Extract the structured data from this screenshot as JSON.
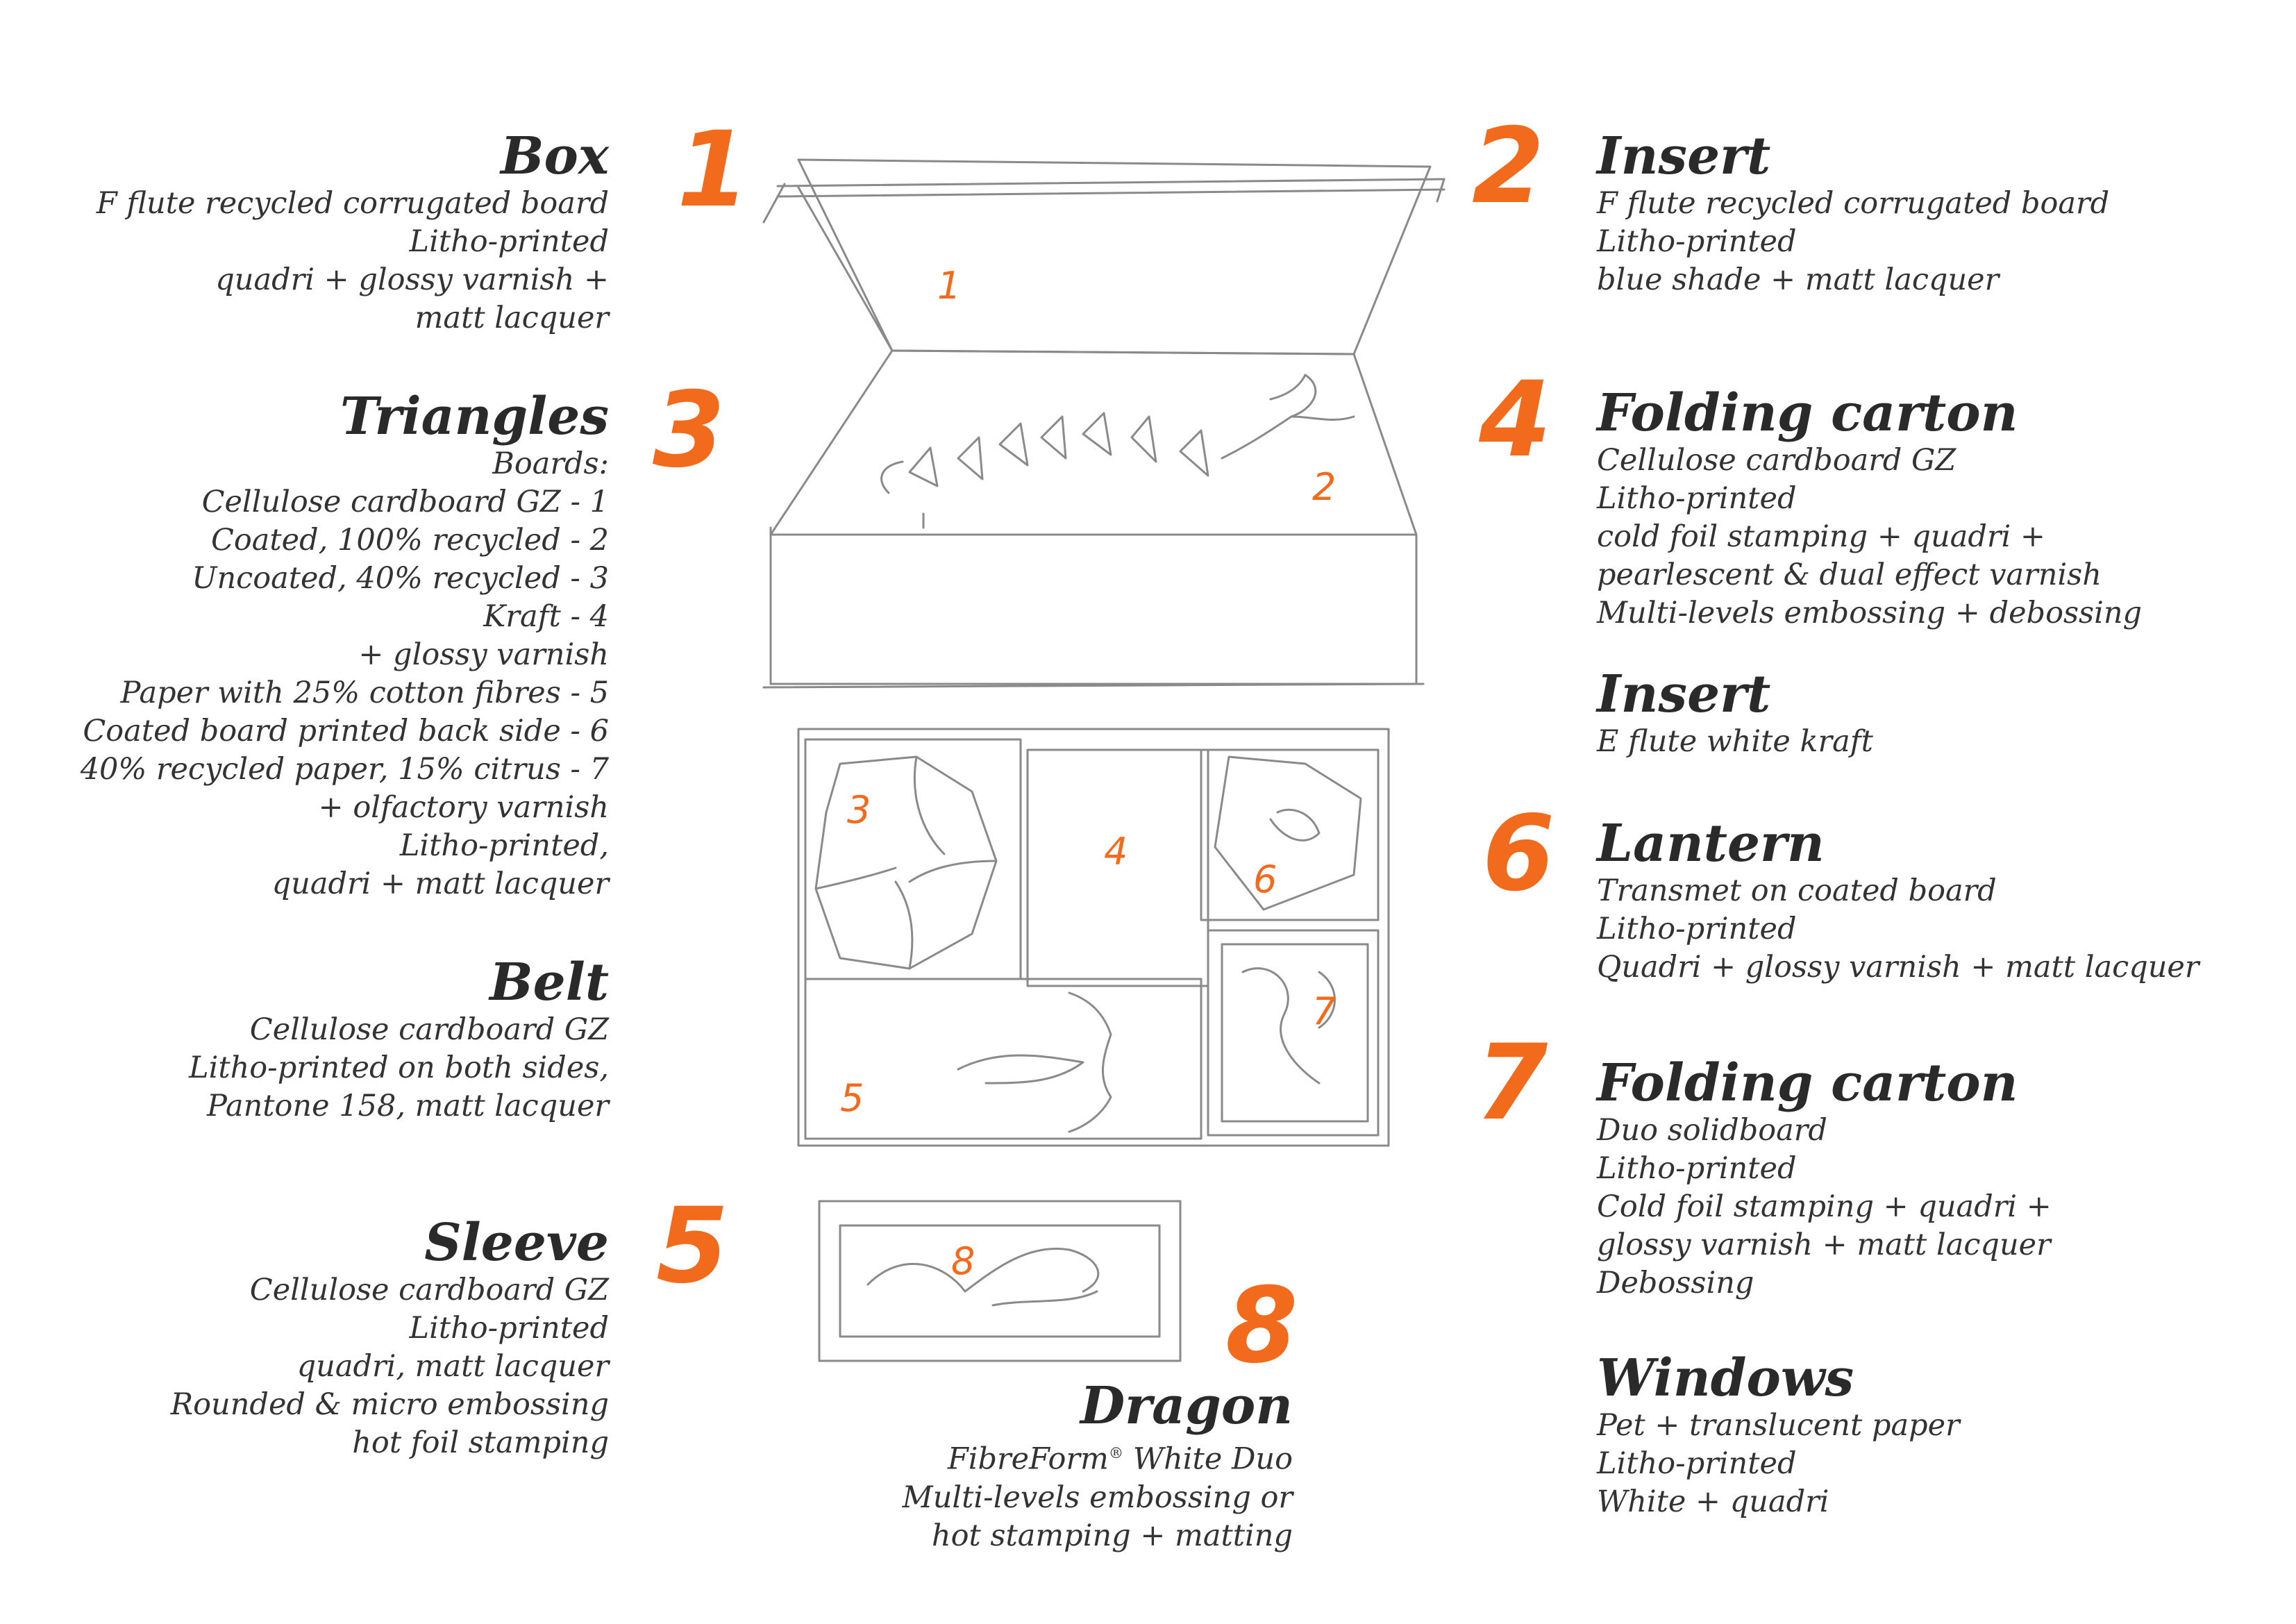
{
  "left": [
    {
      "id": "box",
      "number": "1",
      "title": "Box",
      "lines": [
        "F flute recycled corrugated board",
        "Litho-printed",
        "quadri + glossy varnish +",
        "matt lacquer"
      ]
    },
    {
      "id": "triangles",
      "number": "3",
      "title": "Triangles",
      "lines": [
        "Boards:",
        "Cellulose cardboard GZ - 1",
        "Coated, 100% recycled - 2",
        "Uncoated, 40% recycled - 3",
        "Kraft - 4",
        "+ glossy varnish",
        "Paper with 25% cotton fibres - 5",
        "Coated board printed back side - 6",
        "40% recycled paper, 15% citrus - 7",
        "+ olfactory varnish",
        "Litho-printed,",
        "quadri + matt lacquer"
      ]
    },
    {
      "id": "belt",
      "title": "Belt",
      "lines": [
        "Cellulose cardboard GZ",
        "Litho-printed on both sides,",
        "Pantone 158, matt lacquer"
      ]
    },
    {
      "id": "sleeve",
      "number": "5",
      "title": "Sleeve",
      "lines": [
        "Cellulose cardboard GZ",
        "Litho-printed",
        "quadri, matt lacquer",
        "Rounded & micro embossing",
        "hot foil stamping"
      ]
    }
  ],
  "right": [
    {
      "id": "insert-2",
      "number": "2",
      "title": "Insert",
      "lines": [
        "F flute recycled corrugated board",
        "Litho-printed",
        "blue shade + matt lacquer"
      ]
    },
    {
      "id": "folding-carton-4",
      "number": "4",
      "title": "Folding carton",
      "lines": [
        "Cellulose cardboard GZ",
        "Litho-printed",
        "cold foil stamping + quadri +",
        "pearlescent & dual effect varnish",
        "Multi-levels embossing + debossing"
      ]
    },
    {
      "id": "insert-e",
      "title": "Insert",
      "lines": [
        "E flute white kraft"
      ]
    },
    {
      "id": "lantern",
      "number": "6",
      "title": "Lantern",
      "lines": [
        "Transmet on coated board",
        "Litho-printed",
        "Quadri + glossy varnish + matt lacquer"
      ]
    },
    {
      "id": "folding-carton-7",
      "number": "7",
      "title": "Folding carton",
      "lines": [
        "Duo solidboard",
        "Litho-printed",
        "Cold foil stamping + quadri +",
        "glossy varnish + matt lacquer",
        "Debossing"
      ]
    },
    {
      "id": "windows",
      "title": "Windows",
      "lines": [
        "Pet + translucent paper",
        "Litho-printed",
        "White + quadri"
      ]
    }
  ],
  "dragon": {
    "number": "8",
    "title": "Dragon",
    "brand": "FibreForm",
    "brand_mark": "®",
    "brand_rest": " White Duo",
    "lines": [
      "Multi-levels embossing or",
      "hot stamping + matting"
    ]
  },
  "sketch_labels": [
    "1",
    "2",
    "3",
    "4",
    "5",
    "6",
    "7",
    "8"
  ],
  "colors": {
    "accent": "#f26b1d",
    "text": "#2b2b2b",
    "sketch": "#8a8a8a"
  }
}
